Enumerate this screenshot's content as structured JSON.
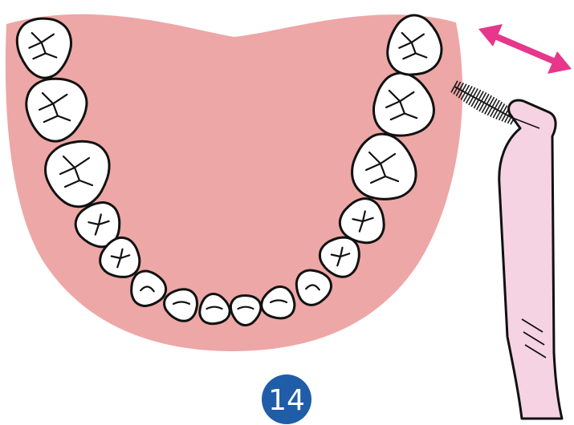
{
  "step_number": "14",
  "colors": {
    "gum": "#eda7a6",
    "tooth": "#ffffff",
    "outline": "#111111",
    "brush_handle": "#f6d3e2",
    "arrow": "#e6378a",
    "badge": "#1f5da8"
  },
  "illustration": {
    "subject": "lower-dental-arch",
    "tool": "interdental-brush",
    "motion": "back-and-forth"
  }
}
